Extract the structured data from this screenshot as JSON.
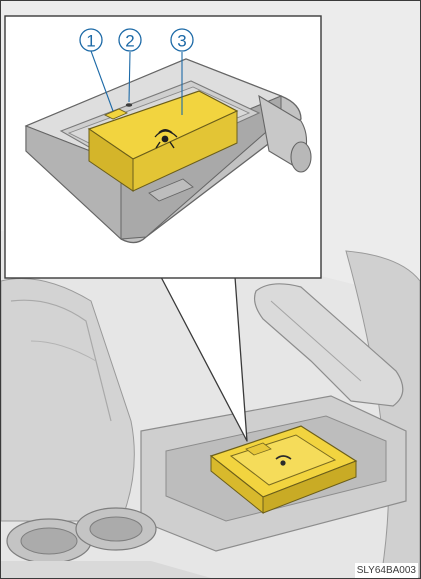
{
  "figure": {
    "callouts": [
      {
        "number": "1",
        "item": "indicator-lamp"
      },
      {
        "number": "2",
        "item": "indicator-small"
      },
      {
        "number": "3",
        "item": "charging-area"
      }
    ],
    "image_code": "SLY64BA003",
    "colors": {
      "highlight": "#f2d43f",
      "callout": "#1d6aa7",
      "outline": "#3a3a3a",
      "interior_gray": "#c9c9c9"
    },
    "icons": [
      "wireless-charging-icon"
    ]
  }
}
